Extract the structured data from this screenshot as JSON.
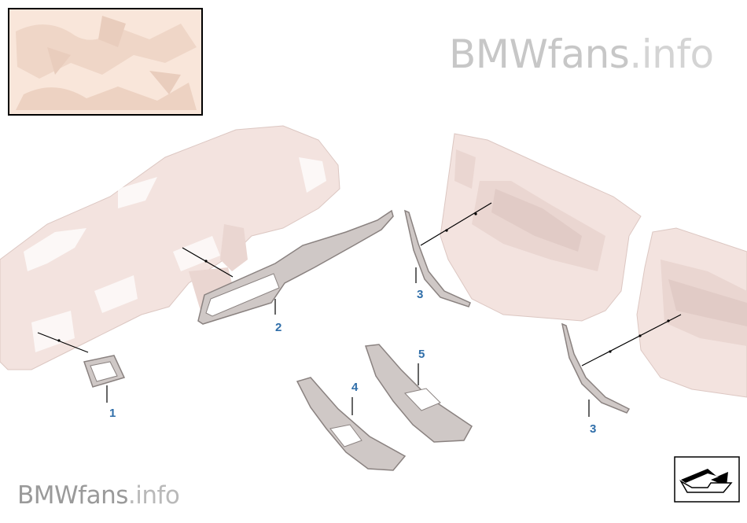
{
  "watermark_top": {
    "brand": "BMWfans",
    "tld": ".info"
  },
  "watermark_bottom": {
    "brand": "BMWfans",
    "tld": ".info"
  },
  "callouts": [
    {
      "id": "1",
      "label": "1"
    },
    {
      "id": "2",
      "label": "2"
    },
    {
      "id": "3a",
      "label": "3"
    },
    {
      "id": "3b",
      "label": "3"
    },
    {
      "id": "4",
      "label": "4"
    },
    {
      "id": "5",
      "label": "5"
    }
  ],
  "colors": {
    "part_fill": "#f3e3df",
    "part_stroke": "#dcc7c2",
    "trim_fill": "#cfc8c6",
    "trim_stroke": "#8a8280",
    "callout": "#2f6ea9",
    "swatch_fill": "#f9e6da"
  },
  "icons": {
    "swatch": "material-swatch-icon",
    "nav": "navigation-arrow-icon"
  }
}
